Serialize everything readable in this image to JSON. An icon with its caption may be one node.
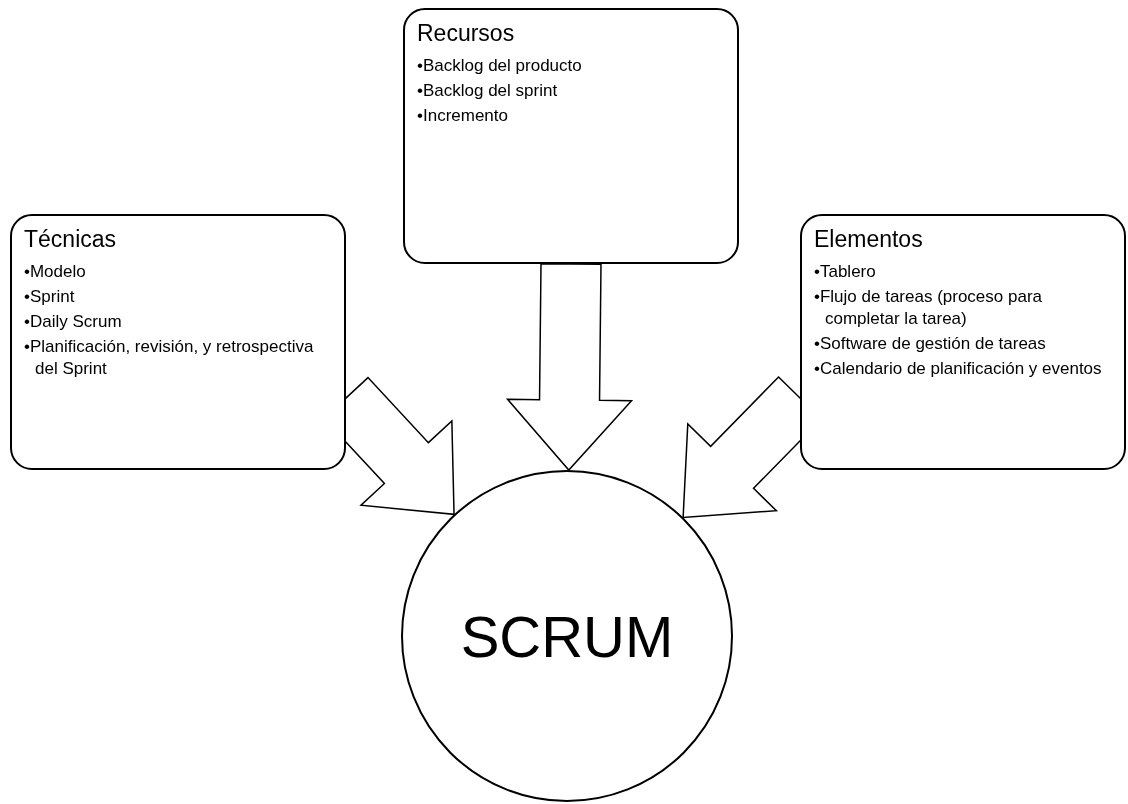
{
  "diagram": {
    "nodes": [
      {
        "text": [
          "Recursos",
          "•Backlog del producto",
          "•Backlog del sprint",
          "•Incremento"
        ]
      },
      {
        "text": [
          "Técnicas",
          "•Modelo",
          "•Sprint",
          "•Daily Scrum",
          "•Planificación, revisión, y retrospectiva del Sprint"
        ]
      },
      {
        "text": [
          "Elementos",
          "•Tablero",
          "•Flujo de tareas (proceso para completar la tarea)",
          "•Software de gestión de tareas",
          "•Calendario de planificación y eventos"
        ]
      },
      {
        "text": [
          "SCRUM"
        ]
      }
    ],
    "edges": [
      {
        "from": 0,
        "to": 3,
        "arrow": "to"
      },
      {
        "from": 1,
        "to": 3,
        "arrow": "to"
      },
      {
        "from": 2,
        "to": 3,
        "arrow": "to"
      }
    ]
  }
}
